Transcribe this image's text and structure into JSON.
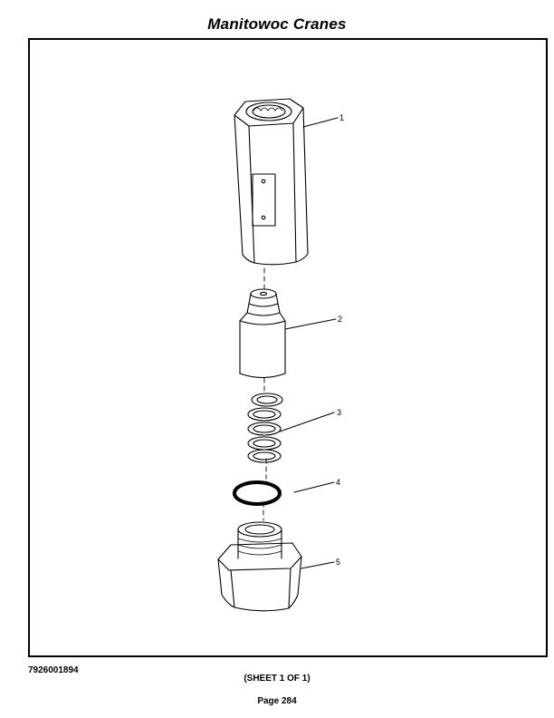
{
  "header": {
    "title": "Manitowoc Cranes"
  },
  "figure": {
    "callouts": [
      {
        "id": "1",
        "label": "1"
      },
      {
        "id": "2",
        "label": "2"
      },
      {
        "id": "3",
        "label": "3"
      },
      {
        "id": "4",
        "label": "4"
      },
      {
        "id": "5",
        "label": "5"
      }
    ]
  },
  "footer": {
    "drawing_number": "7926001894",
    "sheet": "(SHEET 1 OF 1)",
    "page": "Page 284"
  }
}
